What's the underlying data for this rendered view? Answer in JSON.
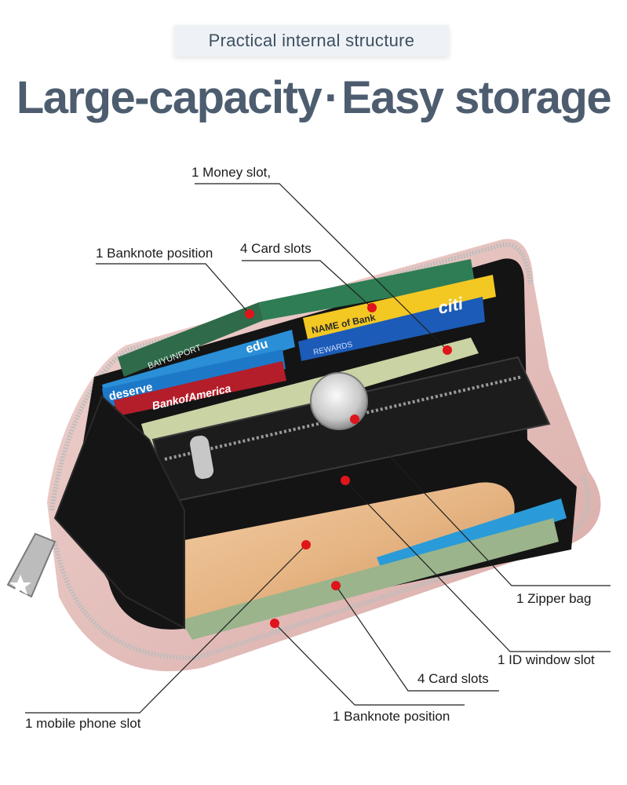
{
  "header": {
    "badge": "Practical internal structure",
    "headline_left": "Large-capacity",
    "headline_sep": "·",
    "headline_right": "Easy storage"
  },
  "card_prints": {
    "baiyunport": "BAIYUNPORT",
    "edu": "edu",
    "deserve": "deserve",
    "bank_of_america": "BankofAmerica",
    "name_of_bank": "NAME of Bank",
    "citi": "citi",
    "rewards": "REWARDS"
  },
  "callouts": {
    "money_slot": "1 Money slot,",
    "banknote_top": "1 Banknote position",
    "card_slots_top": "4 Card slots",
    "zipper_bag": "1 Zipper bag",
    "id_window": "1 ID window slot",
    "card_slots_bottom": "4 Card slots",
    "phone_slot": "1 mobile phone slot",
    "banknote_bottom": "1 Banknote position"
  },
  "colors": {
    "marker": "#e0141b",
    "leather": "#e9c6c3",
    "lining": "#141414",
    "title": "#4d5d6f"
  }
}
